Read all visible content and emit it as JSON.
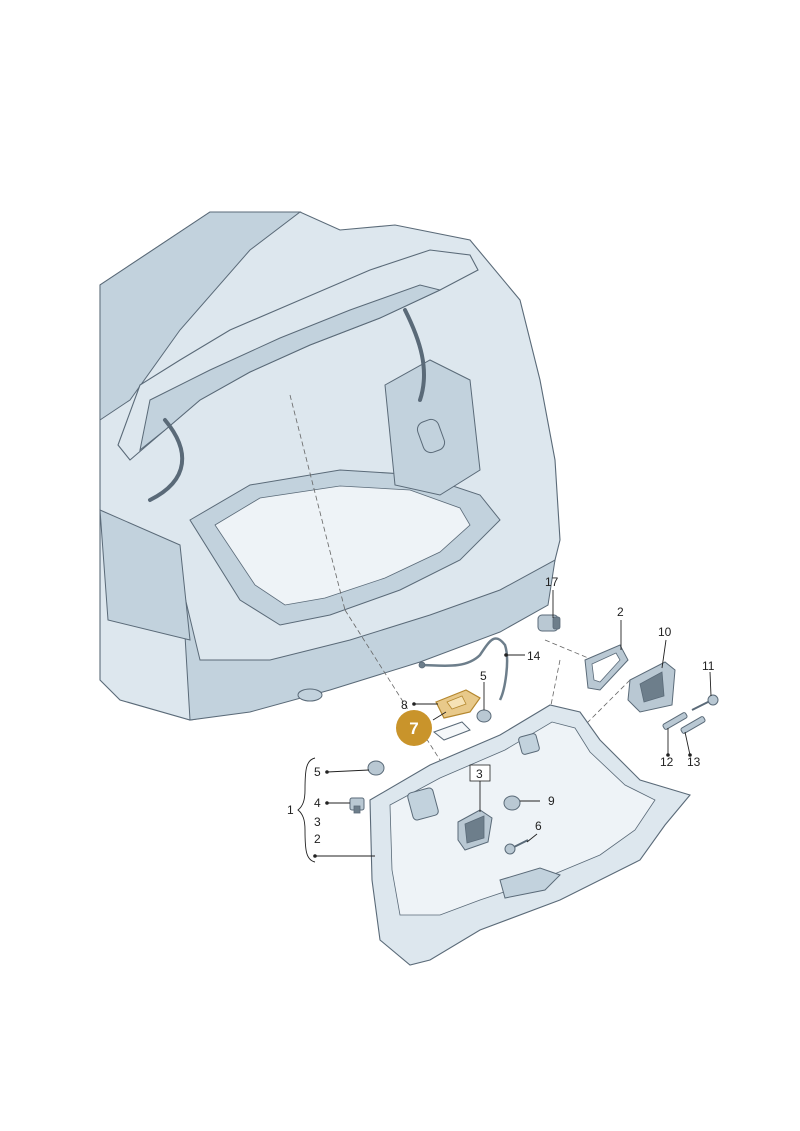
{
  "colors": {
    "body_fill": "#dde7ee",
    "body_shade": "#c2d2dd",
    "outline": "#5a6a78",
    "part_fill": "#b9c8d3",
    "part_dark": "#6d7e8b",
    "highlight_fill": "#e8c98a",
    "highlight_outline": "#b4872e",
    "badge": "#c9942b"
  },
  "callouts": {
    "c17": "17",
    "c2_top": "2",
    "c10": "10",
    "c11": "11",
    "c14": "14",
    "c8": "8",
    "c5_top": "5",
    "c3_top": "3",
    "c9": "9",
    "c6": "6",
    "c12": "12",
    "c13": "13",
    "c5_left": "5",
    "c4_left": "4",
    "c1_left": "1",
    "c3_left": "3",
    "c2_left": "2"
  },
  "badge": {
    "label": "7"
  }
}
